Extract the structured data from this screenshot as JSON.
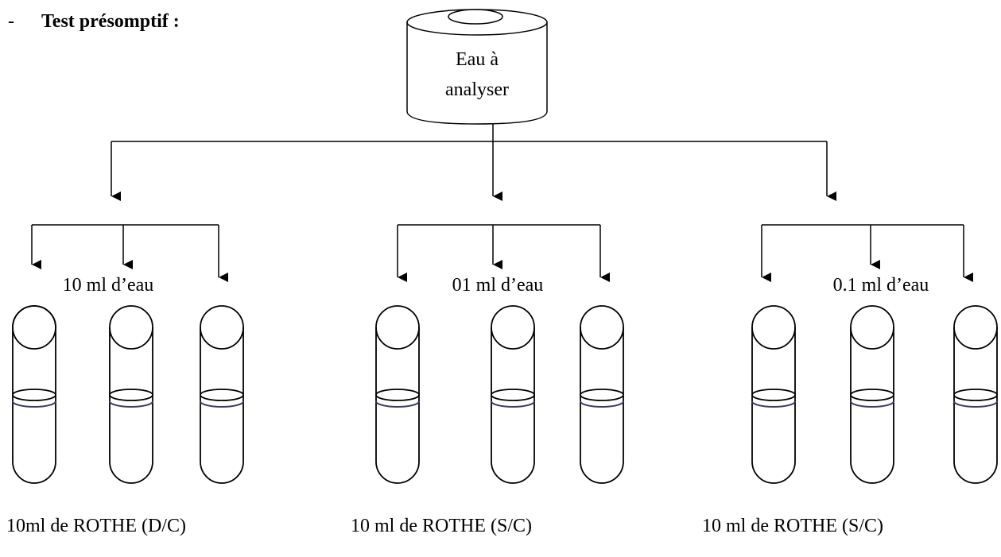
{
  "heading": {
    "bullet": "-",
    "title": "Test présomptif :"
  },
  "source": {
    "line1": "Eau à",
    "line2": "analyser"
  },
  "groups": [
    {
      "volume_label": "10 ml d’eau",
      "medium_label": "10ml de ROTHE (D/C)"
    },
    {
      "volume_label": "01 ml d’eau",
      "medium_label": "10 ml de ROTHE (S/C)"
    },
    {
      "volume_label": "0.1 ml d’eau",
      "medium_label": "10 ml de ROTHE (S/C)"
    }
  ]
}
